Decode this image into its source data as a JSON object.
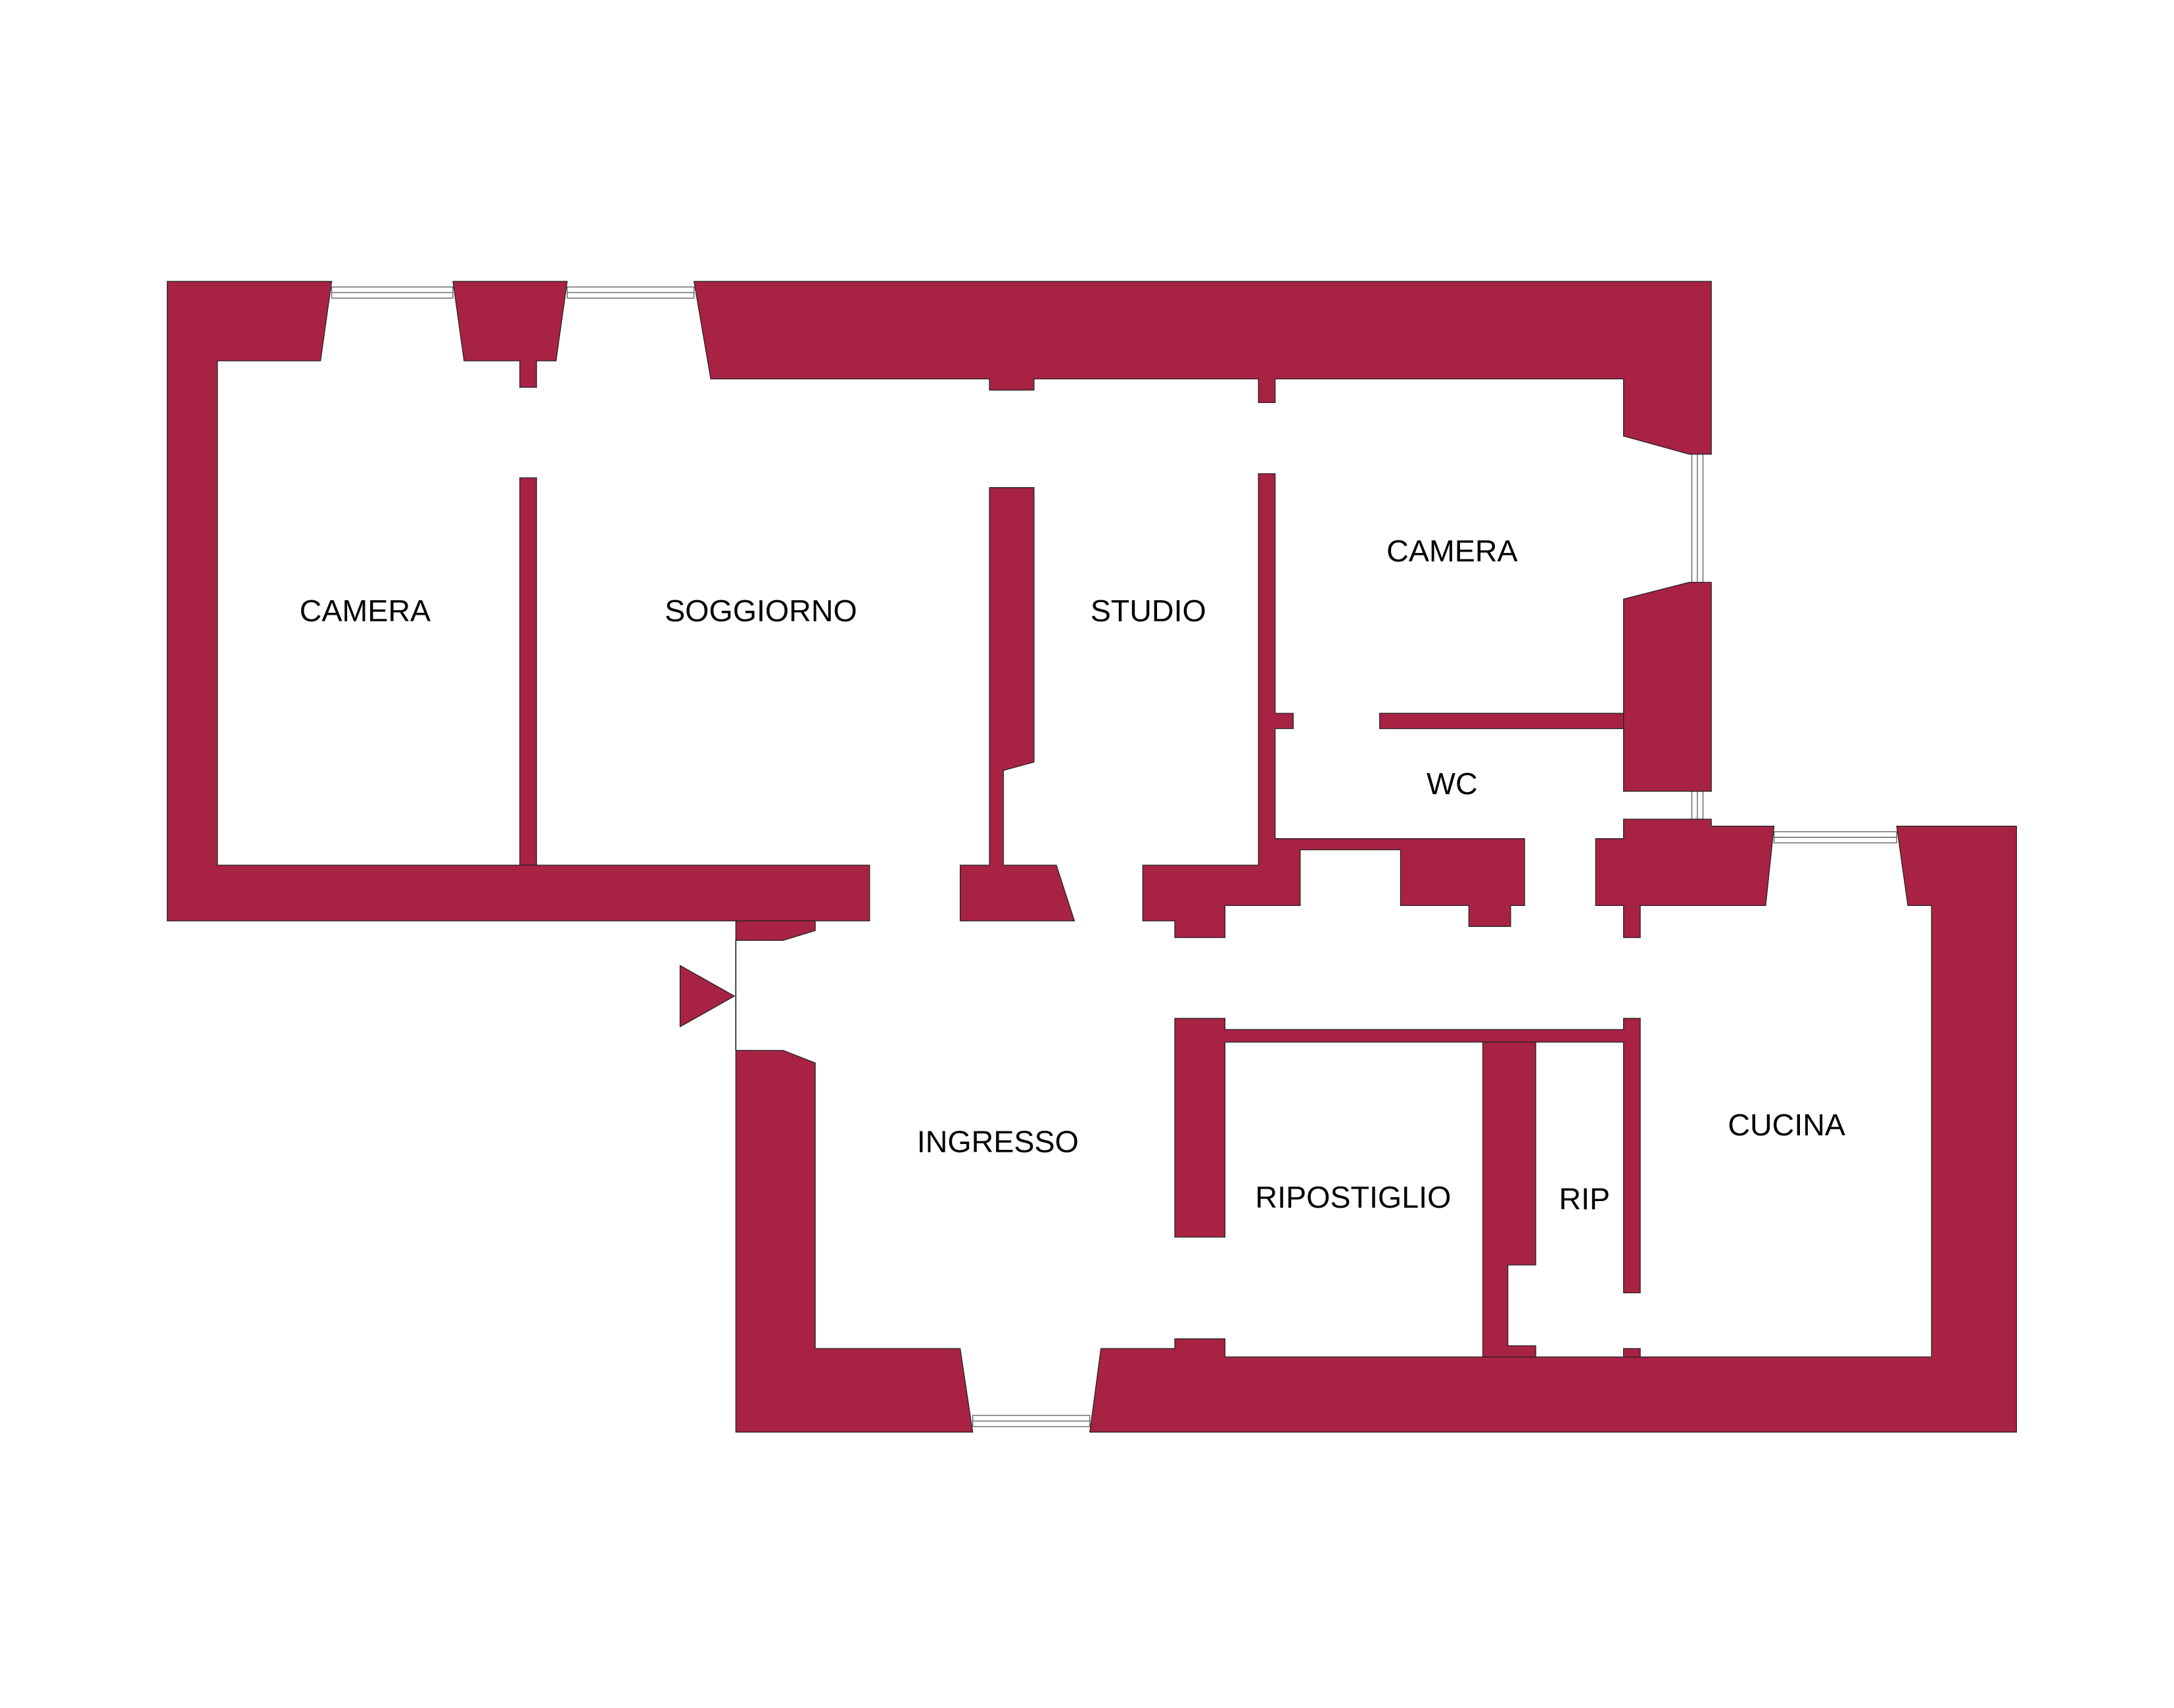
{
  "plan": {
    "wall_color": "#a82343",
    "rooms": {
      "camera_left": "CAMERA",
      "soggiorno": "SOGGIORNO",
      "studio": "STUDIO",
      "camera_right": "CAMERA",
      "wc": "WC",
      "ingresso": "INGRESSO",
      "ripostiglio": "RIPOSTIGLIO",
      "rip": "RIP",
      "cucina": "CUCINA"
    }
  }
}
